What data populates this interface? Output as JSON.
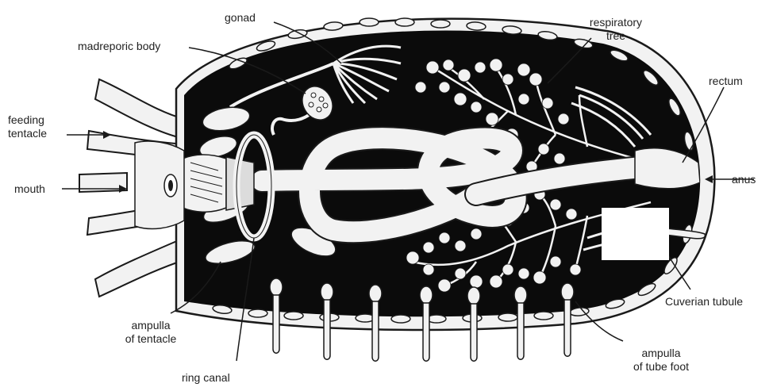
{
  "diagram": {
    "labels": {
      "gonad": "gonad",
      "madreporic_body": "madreporic body",
      "respiratory_tree": [
        "respiratory",
        "tree"
      ],
      "rectum": "rectum",
      "feeding_tentacle": [
        "feeding",
        "tentacle"
      ],
      "mouth": "mouth",
      "anus": "anus",
      "cuverian_tubule": "Cuverian tubule",
      "ampulla_of_tentacle": [
        "ampulla",
        "of tentacle"
      ],
      "ring_canal": "ring canal",
      "ampulla_of_tube_foot": [
        "ampulla",
        "of tube foot"
      ]
    },
    "colors": {
      "body_cavity": "#0b0b0b",
      "organ_fill": "#f2f2f2",
      "outline": "#1a1a1a",
      "label_text": "#222222"
    }
  }
}
